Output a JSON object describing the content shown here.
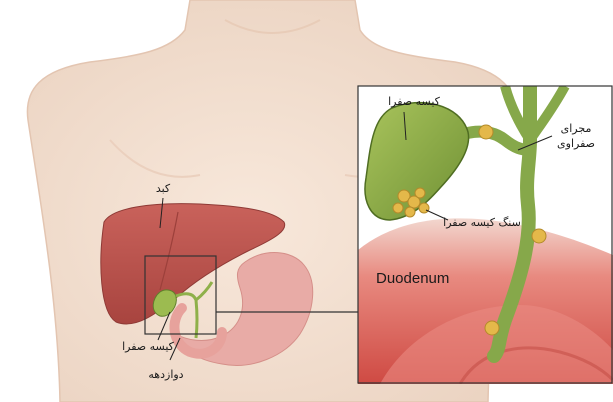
{
  "labels": {
    "liver": "کبد",
    "gallbladder_main": "کیسه صفرا",
    "duodenum_main": "دوازدهه",
    "gallbladder_inset": "کیسه صفرا",
    "bile_duct_line1": "مجرای",
    "bile_duct_line2": "صفراوی",
    "gallstone": "سنگ کیسه صفرا",
    "duodenum_inset": "Duodenum"
  },
  "colors": {
    "skin": "#f4e1d2",
    "liver": "#b85550",
    "stomach": "#e7a9a6",
    "gallbladder": "#8fb04a",
    "stone": "#e4b84a",
    "duodenum": "#d9584f"
  }
}
